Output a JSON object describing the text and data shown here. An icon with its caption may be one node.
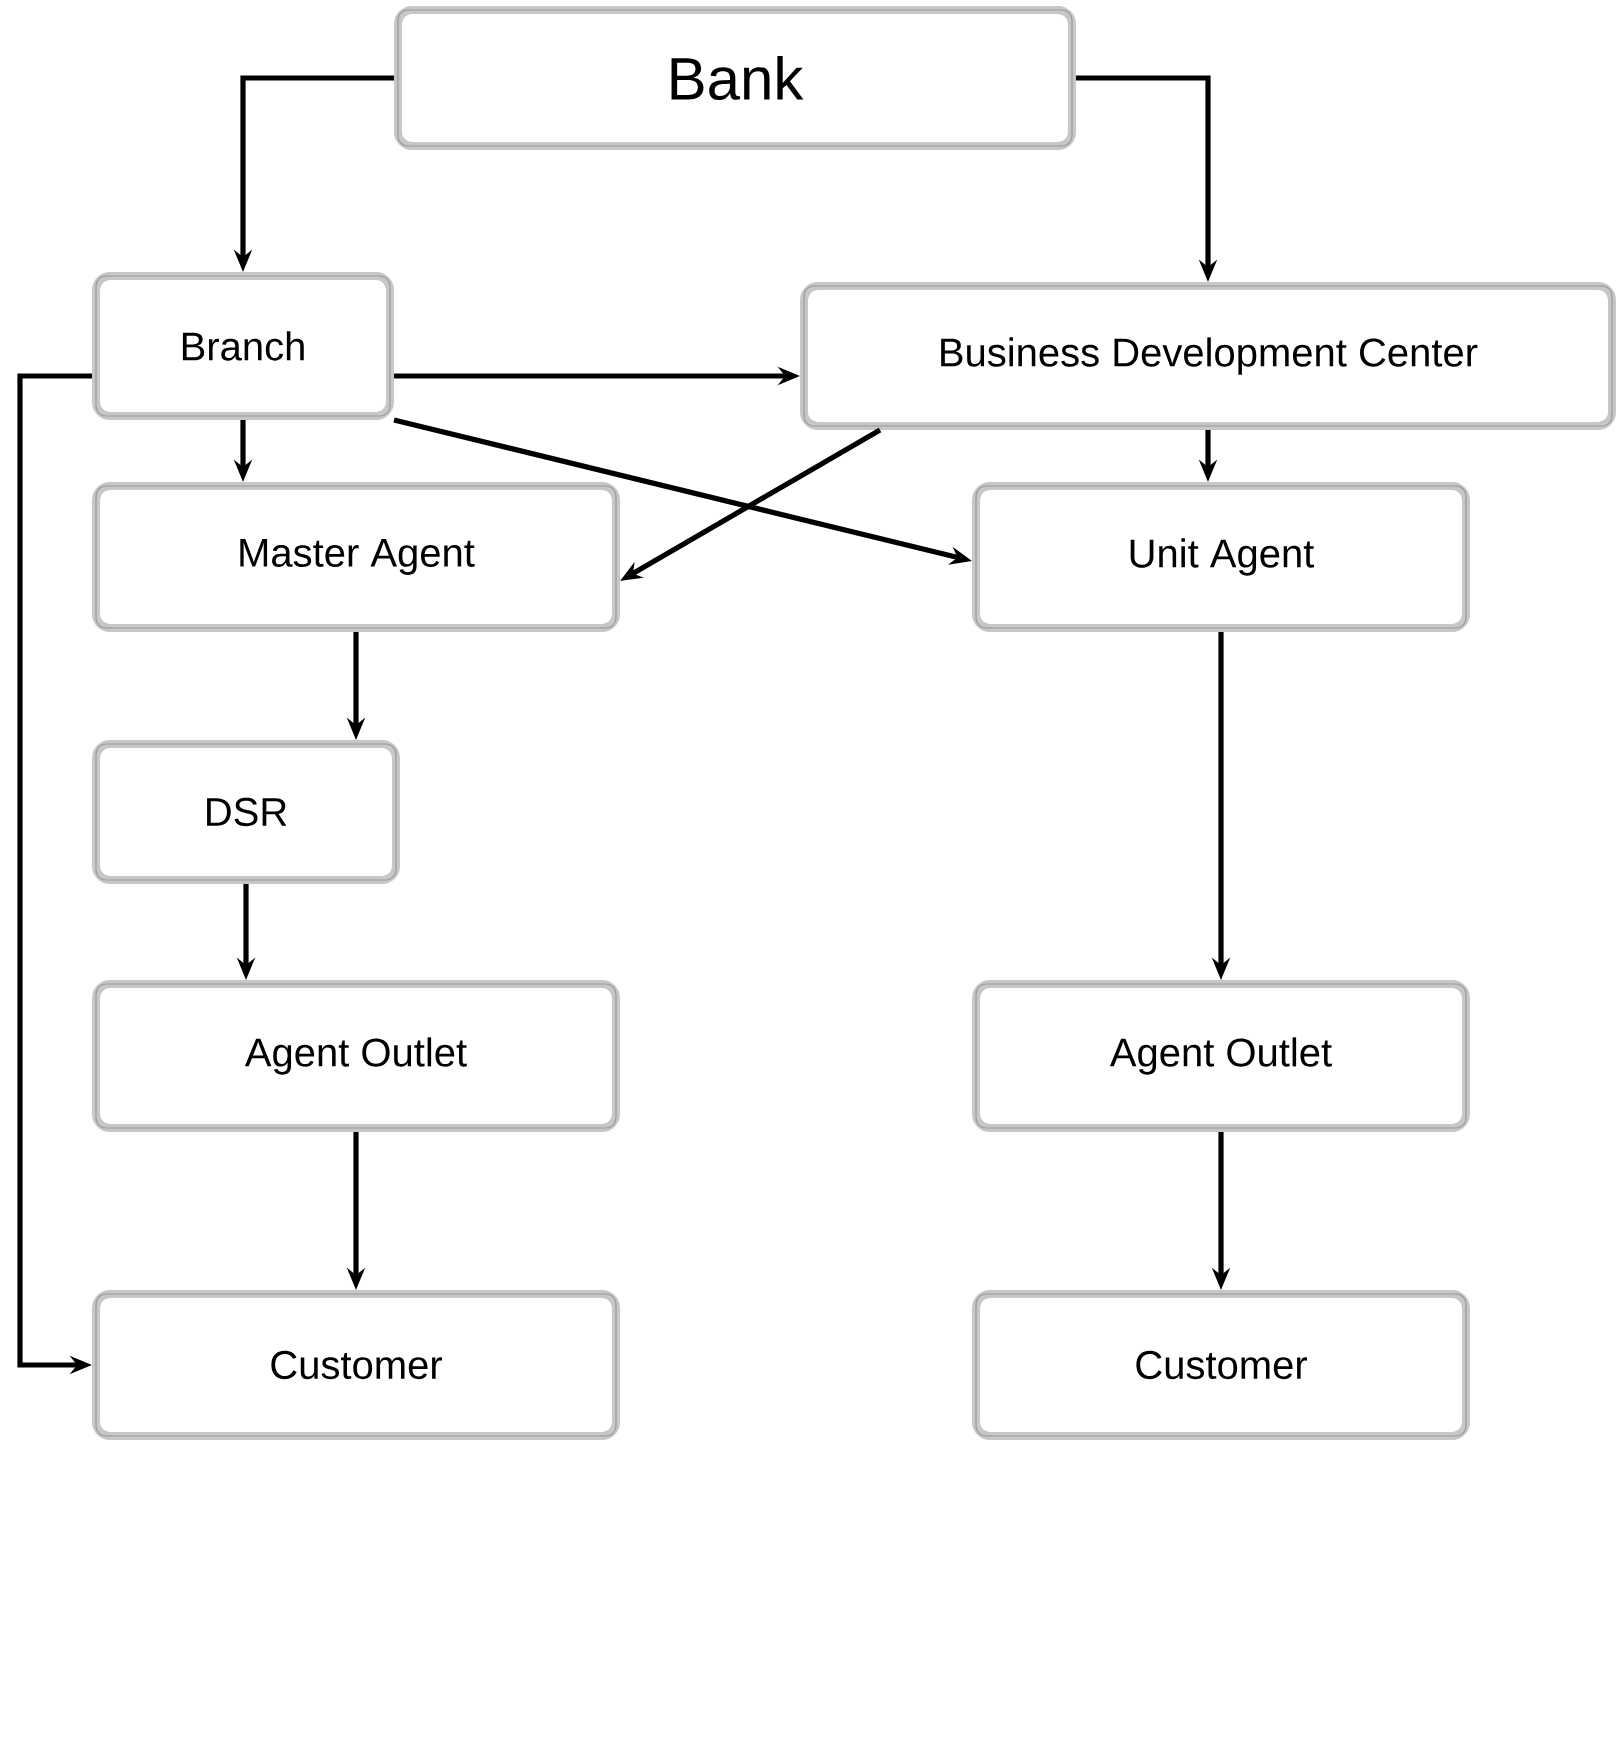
{
  "diagram": {
    "nodes": [
      {
        "text": [
          "Bank"
        ]
      },
      {
        "text": [
          "Branch"
        ]
      },
      {
        "text": [
          "Business Development Center"
        ]
      },
      {
        "text": [
          "Master Agent"
        ]
      },
      {
        "text": [
          "Unit Agent"
        ]
      },
      {
        "text": [
          "DSR"
        ]
      },
      {
        "text": [
          "Agent Outlet"
        ]
      },
      {
        "text": [
          "Agent Outlet"
        ]
      },
      {
        "text": [
          "Customer"
        ]
      },
      {
        "text": [
          "Customer"
        ]
      }
    ],
    "edges": [
      {
        "from": 0,
        "to": 1,
        "arrow": "to"
      },
      {
        "from": 0,
        "to": 2,
        "arrow": "to"
      },
      {
        "from": 1,
        "to": 2,
        "arrow": "to"
      },
      {
        "from": 1,
        "to": 4,
        "arrow": "to"
      },
      {
        "from": 2,
        "to": 3,
        "arrow": "to"
      },
      {
        "from": 1,
        "to": 3,
        "arrow": "to"
      },
      {
        "from": 2,
        "to": 4,
        "arrow": "to"
      },
      {
        "from": 3,
        "to": 5,
        "arrow": "to"
      },
      {
        "from": 5,
        "to": 6,
        "arrow": "to"
      },
      {
        "from": 6,
        "to": 8,
        "arrow": "to"
      },
      {
        "from": 4,
        "to": 7,
        "arrow": "to"
      },
      {
        "from": 7,
        "to": 9,
        "arrow": "to"
      },
      {
        "from": 1,
        "to": 8,
        "arrow": "to"
      }
    ]
  }
}
